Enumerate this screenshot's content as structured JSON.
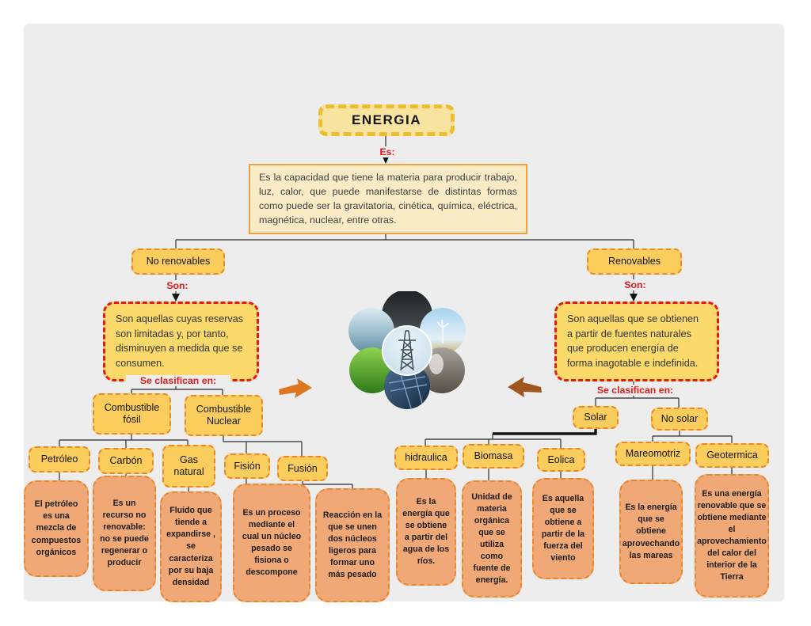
{
  "title": {
    "text": "ENERGIA"
  },
  "labels": {
    "es": "Es:",
    "son": "Son:",
    "clasifican": "Se clasifican en:"
  },
  "definition": {
    "text": "Es la capacidad que tiene la materia para producir trabajo, luz, calor, que puede manifestarse de distintas formas como puede ser la gravitatoria, cinética, química, eléctrica, magnética, nuclear, entre otras."
  },
  "left": {
    "node": "No renovables",
    "description": "Son aquellas cuyas reservas son limitadas y, por tanto, disminuyen a medida que se consumen.",
    "categories": {
      "fosil": "Combustible fósil",
      "nuclear": "Combustible Nuclear"
    },
    "leaves": {
      "petroleo": "Petróleo",
      "carbon": "Carbón",
      "gas": "Gas natural",
      "fision": "Fisión",
      "fusion": "Fusión"
    },
    "descriptions": {
      "petroleo": "El petróleo es una mezcla de compuestos orgánicos",
      "carbon": "Es un recurso no renovable: no se puede regenerar o producir",
      "gas": "Fluido que tiende a expandirse , se caracteriza por su baja densidad",
      "fision": "Es un proceso mediante el cual un núcleo pesado se fisiona o descompone",
      "fusion": "Reacción en la que se unen dos núcleos ligeros para formar uno más pesado"
    }
  },
  "right": {
    "node": "Renovables",
    "description": "Son aquellas que se obtienen a partir de fuentes naturales que producen energía de forma inagotable e indefinida.",
    "categories": {
      "solar": "Solar",
      "no_solar": "No solar"
    },
    "leaves": {
      "hidraulica": "hidraulica",
      "biomasa": "Biomasa",
      "eolica": "Eolica",
      "mareomotriz": "Mareomotriz",
      "geotermica": "Geotermica"
    },
    "descriptions": {
      "hidraulica": "Es la energía que se obtiene a partir del agua de los ríos.",
      "biomasa": "Unidad de materia orgánica que se utiliza como fuente de energía.",
      "eolica": "Es aquella que se obtiene a partir de la fuerza del viento",
      "mareomotriz": "Es la energía que se obtiene aprovechando las mareas",
      "geotermica": "Es una energía renovable que se obtiene mediante el aprovechamiento del calor del interior de la Tierra"
    }
  },
  "collage": {
    "circles": [
      "oil-photo",
      "waves-photo",
      "wind-turbine-photo",
      "plants-photo",
      "geothermal-photo",
      "solar-panels-photo",
      "electric-pylon-photo"
    ]
  },
  "colors": {
    "node_fill": "#FBCD5C",
    "node_border": "#E8872B",
    "desc_fill": "#F0A877",
    "red_accent": "#E01A18",
    "title_border": "#ECBE2F",
    "panel_bg": "#EDEDEE",
    "arrow_left": "#DE7720",
    "arrow_right": "#A0541F"
  }
}
